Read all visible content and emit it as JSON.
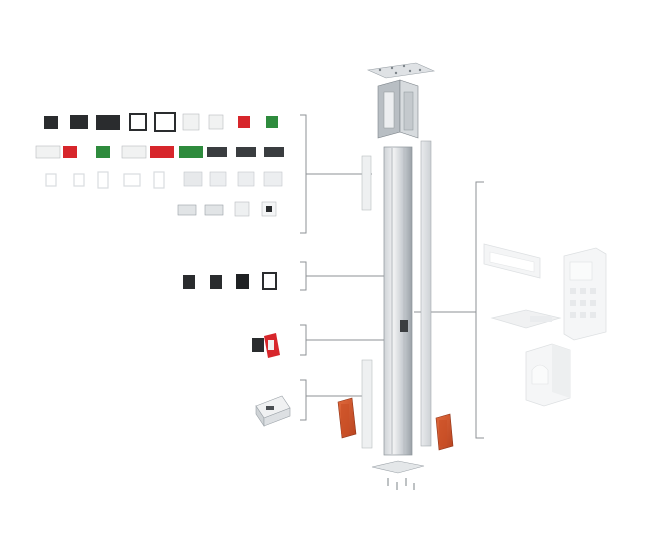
{
  "figure": {
    "kind": "exploded-assembly-diagram",
    "text_labels": [],
    "colors": {
      "background": "#ffffff",
      "aluminium_light": "#e6e8ea",
      "aluminium_mid": "#c9cdd1",
      "aluminium_dark": "#9aa1a7",
      "module_black": "#2a2c2e",
      "module_white": "#f1f2f2",
      "module_red": "#d7262b",
      "module_green": "#2e8b3d",
      "cover_orange": "#d5562b",
      "leader_line": "#8e9296",
      "ghost_part": "#dfe2e4"
    },
    "groups": [
      {
        "id": "socket-modules",
        "rows": 4
      },
      {
        "id": "blank-plates",
        "rows": 1
      },
      {
        "id": "switch-module",
        "rows": 1
      },
      {
        "id": "power-supply-module",
        "rows": 1
      },
      {
        "id": "accessories",
        "rows": 1
      }
    ]
  }
}
